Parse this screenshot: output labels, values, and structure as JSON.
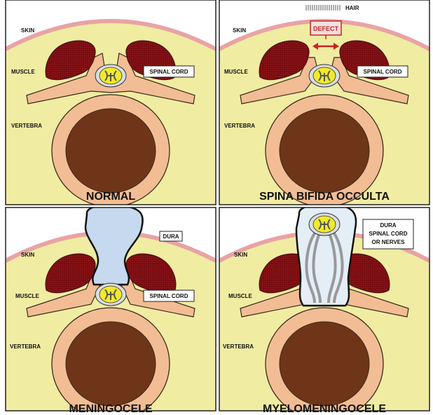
{
  "panels": [
    {
      "id": "normal",
      "title": "NORMAL",
      "skin": "SKIN",
      "muscle": "MUSCLE",
      "vertebra": "VERTEBRA",
      "callout": "SPINAL CORD"
    },
    {
      "id": "occulta",
      "title": "SPINA BIFIDA OCCULTA",
      "skin": "SKIN",
      "muscle": "MUSCLE",
      "vertebra": "VERTEBRA",
      "callout": "SPINAL CORD",
      "defect": "DEFECT",
      "hair": "HAIR"
    },
    {
      "id": "meningocele",
      "title": "MENINGOCELE",
      "skin": "SKIN",
      "muscle": "MUSCLE",
      "vertebra": "VERTEBRA",
      "callout": "SPINAL CORD",
      "sac_label": "DURA"
    },
    {
      "id": "myelomeningocele",
      "title": "MYELOMENINGOCELE",
      "skin": "SKIN",
      "muscle": "MUSCLE",
      "vertebra": "VERTEBRA",
      "sac_label_1": "DURA",
      "sac_label_2": "SPINAL CORD",
      "sac_label_3": "OR NERVES"
    }
  ],
  "colors": {
    "background": "#f0eca2",
    "skin": "#e8a3a5",
    "muscle": "#7a0d12",
    "bone": "#f2bd94",
    "vertebral_body": "#6e3518",
    "cord": "#f2ea2a",
    "dura": "#c6d9ee",
    "defect": "#cc2222"
  },
  "icons": [
    "hair-icon",
    "double-arrow-icon"
  ]
}
